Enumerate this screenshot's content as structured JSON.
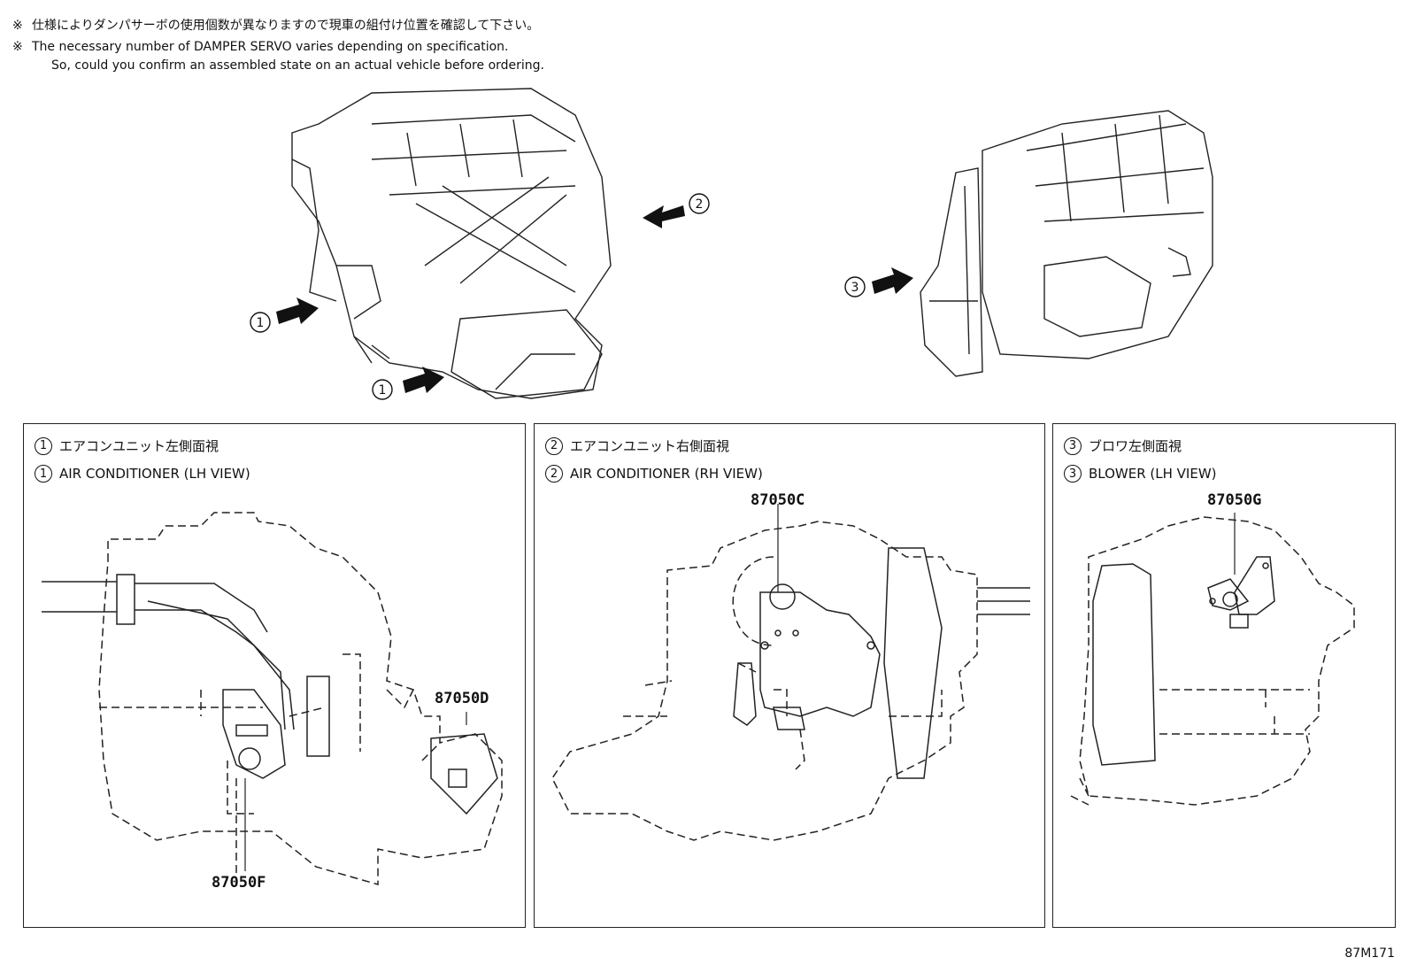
{
  "notes": {
    "mark": "※",
    "japanese": "仕様によりダンパサーボの使用個数が異なりますので現車の組付け位置を確認して下さい。",
    "english_line1": "The necessary number of DAMPER SERVO varies depending on specification.",
    "english_line2": "So, could you confirm an assembled state on an actual vehicle before ordering."
  },
  "overview": {
    "callout_1": "1",
    "callout_2": "2",
    "callout_3": "3"
  },
  "panels": [
    {
      "number": "1",
      "title_jp": "エアコンユニット左側面視",
      "title_en": "AIR CONDITIONER (LH VIEW)",
      "parts": [
        "87050D",
        "87050F"
      ]
    },
    {
      "number": "2",
      "title_jp": "エアコンユニット右側面視",
      "title_en": "AIR CONDITIONER (RH VIEW)",
      "parts": [
        "87050C"
      ]
    },
    {
      "number": "3",
      "title_jp": "ブロワ左側面視",
      "title_en": "BLOWER (LH VIEW)",
      "parts": [
        "87050G"
      ]
    }
  ],
  "figure_code": "87M171"
}
